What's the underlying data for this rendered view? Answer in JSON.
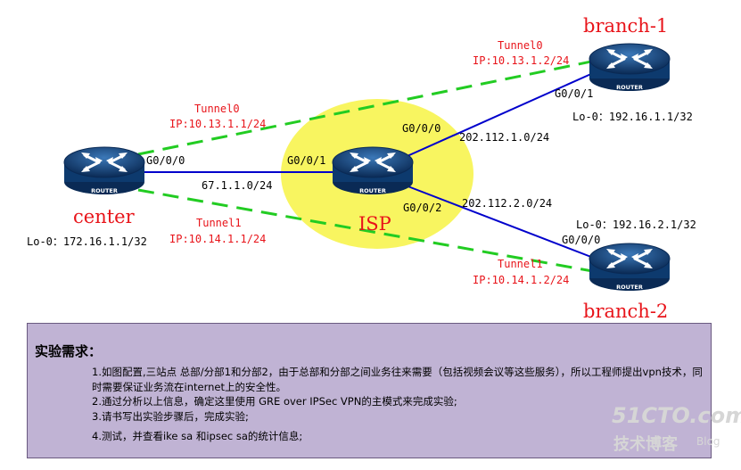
{
  "devices": {
    "center": {
      "name": "center",
      "loopback": "Lo-0：172.16.1.1/32",
      "port": "G0/0/0",
      "badge": "ROUTER"
    },
    "isp": {
      "name": "ISP",
      "port_left": "G0/0/1",
      "port_up": "G0/0/0",
      "port_down": "G0/0/2",
      "badge": "ROUTER"
    },
    "branch1": {
      "name": "branch-1",
      "loopback": "Lo-0：192.16.1.1/32",
      "port": "G0/0/1",
      "badge": "ROUTER"
    },
    "branch2": {
      "name": "branch-2",
      "loopback": "Lo-0：192.16.2.1/32",
      "port": "G0/0/0",
      "badge": "ROUTER"
    }
  },
  "links": {
    "center_isp": "67.1.1.0/24",
    "isp_branch1": "202.112.1.0/24",
    "isp_branch2": "202.112.2.0/24"
  },
  "tunnels": {
    "center_t0_name": "Tunnel0",
    "center_t0_ip": "IP:10.13.1.1/24",
    "center_t1_name": "Tunnel1",
    "center_t1_ip": "IP:10.14.1.1/24",
    "branch1_t0_name": "Tunnel0",
    "branch1_t0_ip": "IP:10.13.1.2/24",
    "branch2_t1_name": "Tunnel1",
    "branch2_t1_ip": "IP:10.14.1.2/24"
  },
  "requirements": {
    "title": "实验需求：",
    "items": [
      "1.如图配置,三站点 总部/分部1和分部2，由于总部和分部之间业务往来需要（包括视频会议等这些服务），所以工程师提出vpn技术，同时需要保证业务流在internet上的安全性。",
      "2.通过分析以上信息，确定这里使用 GRE over IPSec VPN的主模式来完成实验;",
      "3.请书写出实验步骤后，完成实验;",
      "4.测试，并查看ike sa 和ipsec sa的统计信息;"
    ]
  },
  "watermark": {
    "site": "51CTO.com",
    "sub": "技术博客",
    "blog": "Blog"
  },
  "colors": {
    "physical_link": "#0000cc",
    "tunnel": "#22cc22",
    "isp_cloud": "#f8f560",
    "router": "#0d3a6e",
    "label_red": "#e8141a",
    "panel": "#c0b3d4"
  }
}
